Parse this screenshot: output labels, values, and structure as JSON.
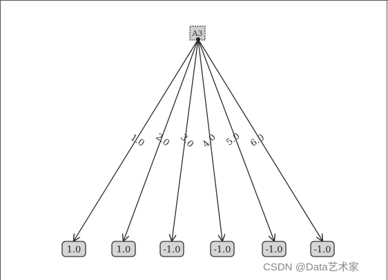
{
  "root": {
    "label": "A3"
  },
  "edges": [
    {
      "label": "1.0",
      "leaf": "1.0"
    },
    {
      "label": "2.0",
      "leaf": "1.0"
    },
    {
      "label": "3.0",
      "leaf": "-1.0"
    },
    {
      "label": "4.0",
      "leaf": "-1.0"
    },
    {
      "label": "5.0",
      "leaf": "-1.0"
    },
    {
      "label": "6.0",
      "leaf": "-1.0"
    }
  ],
  "watermark": "CSDN @Data艺术家",
  "colors": {
    "node_fill": "#d6d6d6",
    "stroke": "#333333"
  }
}
